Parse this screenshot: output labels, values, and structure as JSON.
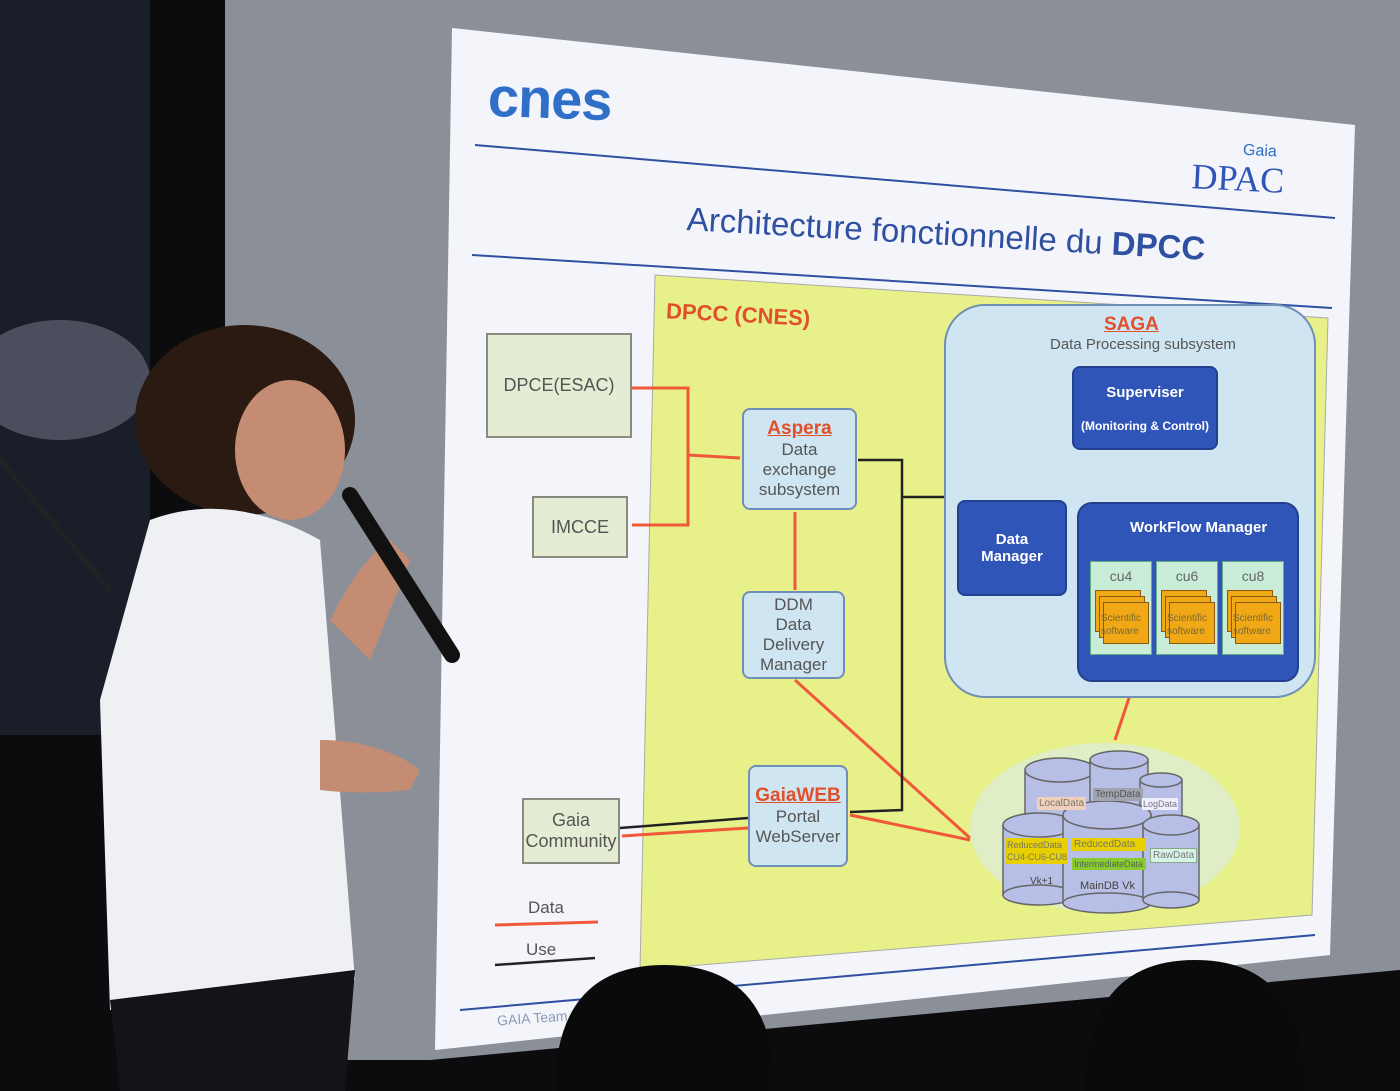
{
  "slide": {
    "logo_text": "cnes",
    "dpac_logo": {
      "small": "Gaia",
      "big": "DPAC"
    },
    "title_regular": "Architecture fonctionnelle du ",
    "title_bold": "DPCC",
    "footer": "GAIA Team",
    "colors": {
      "frame": "#e8f08a",
      "data_arrow": "#f0583a",
      "use_arrow": "#222222",
      "dark_box": "#2f55b8"
    }
  },
  "diagram": {
    "dpcc_label": "DPCC (CNES)",
    "external": {
      "dpce": "DPCE(ESAC)",
      "imcce": "IMCCE",
      "community": [
        "Gaia",
        "Community"
      ]
    },
    "aspera": {
      "title": "Aspera",
      "lines": [
        "Data exchange",
        "subsystem"
      ]
    },
    "ddm": {
      "lines": [
        "DDM",
        "Data Delivery",
        "Manager"
      ]
    },
    "gaiaweb": {
      "title": "GaiaWEB",
      "lines": [
        "Portal",
        "WebServer"
      ]
    },
    "saga": {
      "title": "SAGA",
      "subtitle": "Data Processing subsystem"
    },
    "superviser": {
      "title": "Superviser",
      "sub": "(Monitoring & Control)"
    },
    "data_manager": [
      "Data",
      "Manager"
    ],
    "workflow": {
      "title": "WorkFlow Manager",
      "units": [
        "cu4",
        "cu6",
        "cu8"
      ],
      "software": [
        "Scientific",
        "software"
      ]
    },
    "databases": {
      "local": "LocalData",
      "temp": "TempData",
      "log": "LogData",
      "reduced_cu": [
        "ReducedData",
        "CU4-CU6-CU8"
      ],
      "reduced": "ReducedData",
      "intermediate": "IntermediateData",
      "raw": "RawData",
      "main": "MainDB Vk",
      "prev": "Vk+1"
    },
    "legend": {
      "data": "Data",
      "use": "Use"
    }
  }
}
